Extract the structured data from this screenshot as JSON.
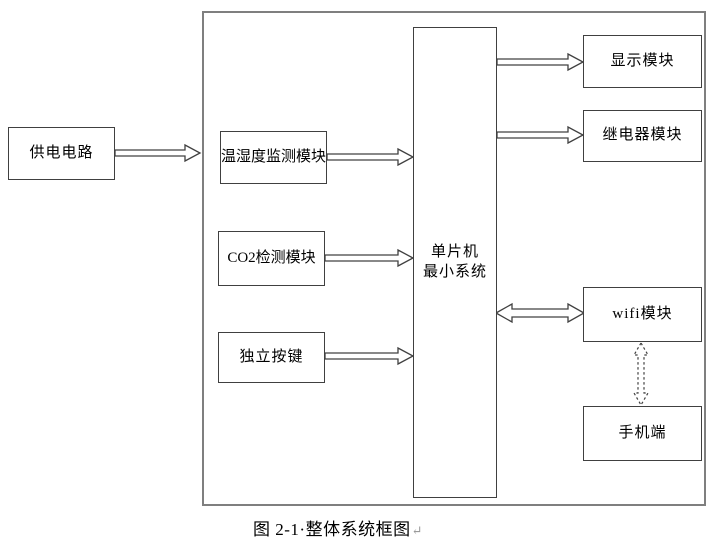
{
  "diagram": {
    "blocks": {
      "power": {
        "label": "供电电路"
      },
      "temp_humidity": {
        "label": "温湿度监测模块"
      },
      "co2": {
        "label": "CO2检测模块"
      },
      "keys": {
        "label": "独立按键"
      },
      "mcu": {
        "line1": "单片机",
        "line2": "最小系统"
      },
      "display": {
        "label": "显示模块"
      },
      "relay": {
        "label": "继电器模块"
      },
      "wifi": {
        "label": "wifi模块"
      },
      "phone": {
        "label": "手机端"
      }
    },
    "connections": [
      "供电电路 → 系统框架",
      "温湿度监测模块 → 单片机最小系统",
      "CO2检测模块 → 单片机最小系统",
      "独立按键 → 单片机最小系统",
      "单片机最小系统 → 显示模块",
      "单片机最小系统 → 继电器模块",
      "单片机最小系统 ↔ wifi模块",
      "wifi模块 ↔ 手机端 (虚线)"
    ],
    "caption": {
      "text": "图 2-1·整体系统框图",
      "paragraph_mark": "↵"
    },
    "colors": {
      "background": "#ffffff",
      "outer_border": "#7f7f7f",
      "box_border": "#404040",
      "arrow_outline": "#404040",
      "text": "#000000",
      "paragraph_mark_color": "#9a9a9a"
    }
  }
}
